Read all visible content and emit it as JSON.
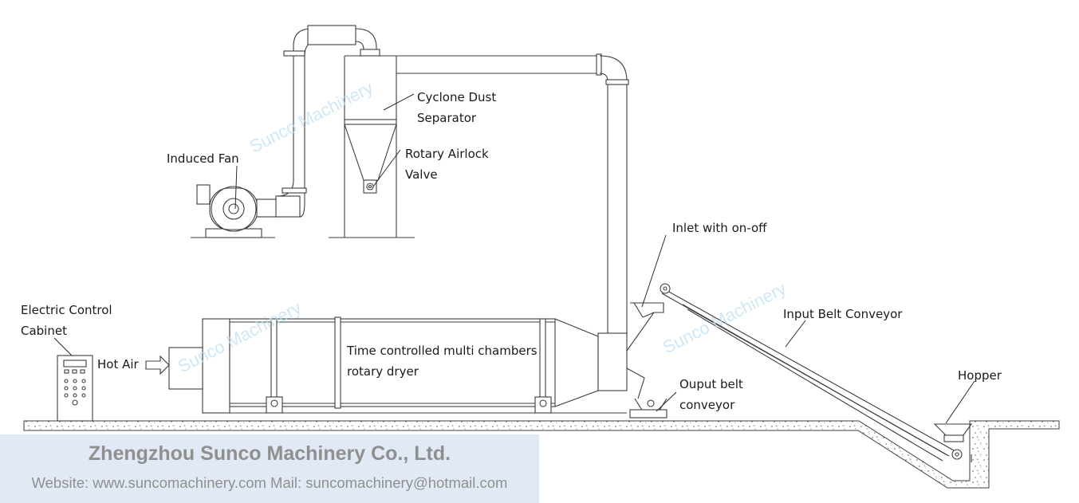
{
  "labels": {
    "cyclone_line1": "Cyclone Dust",
    "cyclone_line2": "Separator",
    "airlock_line1": "Rotary Airlock",
    "airlock_line2": "Valve",
    "induced_fan": "Induced Fan",
    "inlet": "Inlet with on-off",
    "input_belt": "Input Belt Conveyor",
    "hopper": "Hopper",
    "ecc_line1": "Electric Control",
    "ecc_line2": "Cabinet",
    "hot_air": "Hot Air",
    "dryer_line1": "Time controlled multi chambers",
    "dryer_line2": "rotary dryer",
    "output_line1": "Ouput belt",
    "output_line2": "conveyor"
  },
  "watermark": "Sunco Machinery",
  "footer": {
    "company": "Zhengzhou Sunco Machinery Co., Ltd.",
    "contact": "Website: www.suncomachinery.com Mail: suncomachinery@hotmail.com"
  }
}
